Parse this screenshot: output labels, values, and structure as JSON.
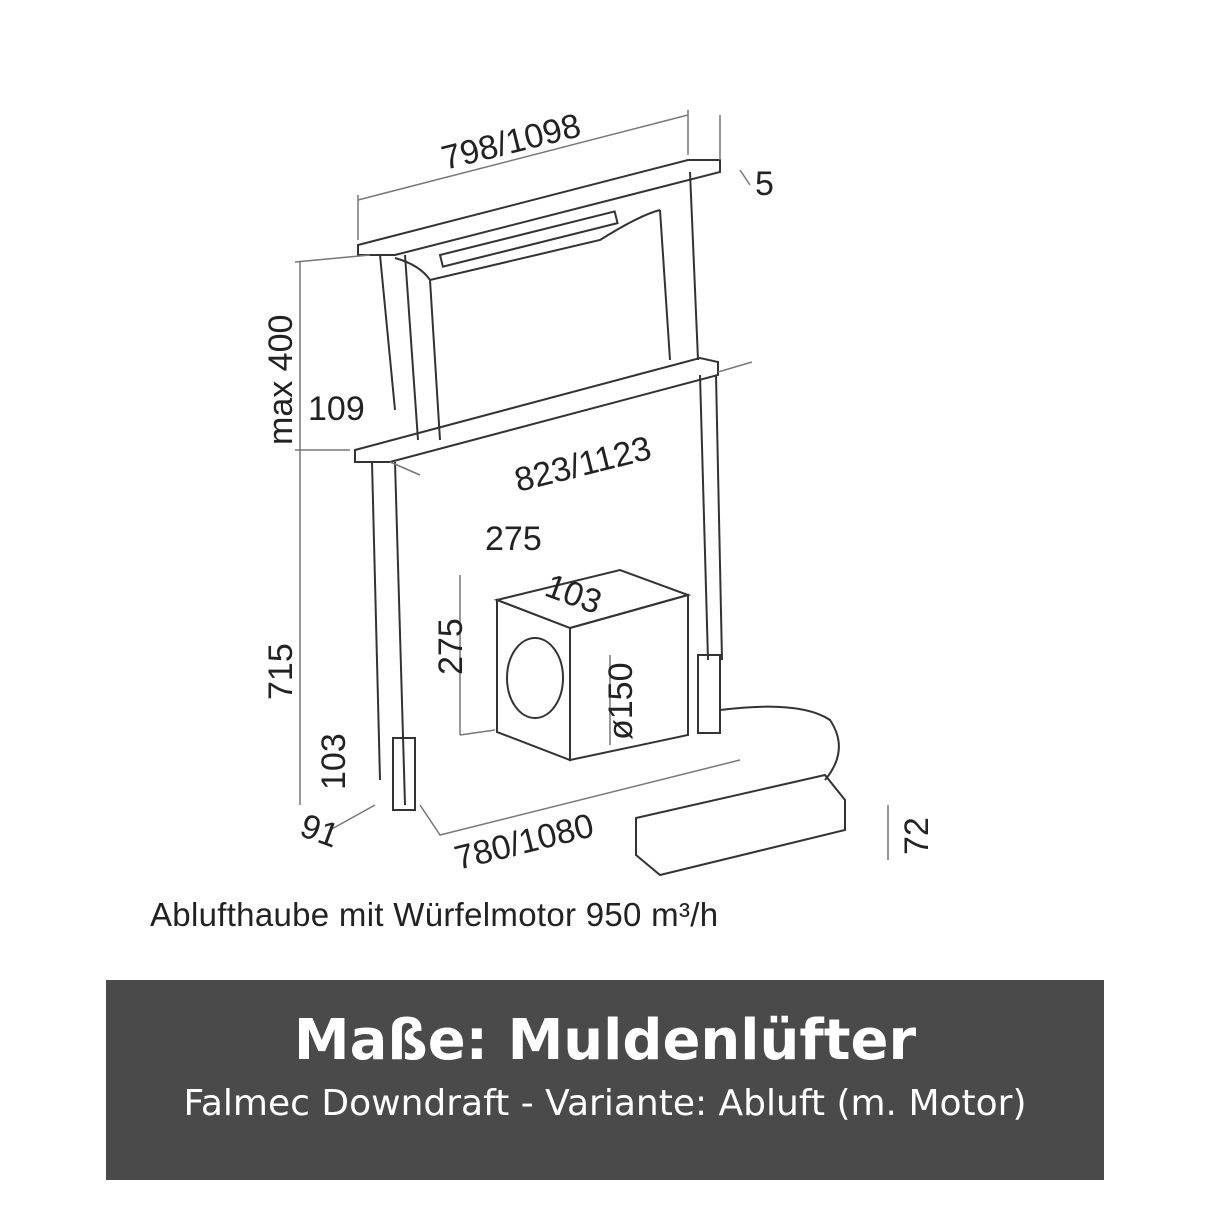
{
  "diagram": {
    "dimensions": {
      "top_width": "798/1098",
      "top_thickness": "5",
      "max_height": "max 400",
      "glass_height": "109",
      "mid_width": "823/1123",
      "motor_width": "275",
      "motor_depth": "103",
      "motor_height": "275",
      "motor_outlet": "ø150",
      "total_height": "715",
      "base_height": "103",
      "base_depth": "91",
      "base_width": "780/1080",
      "control_height": "72"
    },
    "caption": "Ablufthaube mit Würfelmotor 950 m³/h"
  },
  "banner": {
    "title": "Maße: Muldenlüfter",
    "subtitle": "Falmec Downdraft - Variante: Abluft (m. Motor)",
    "background": "#4a4a4a"
  }
}
